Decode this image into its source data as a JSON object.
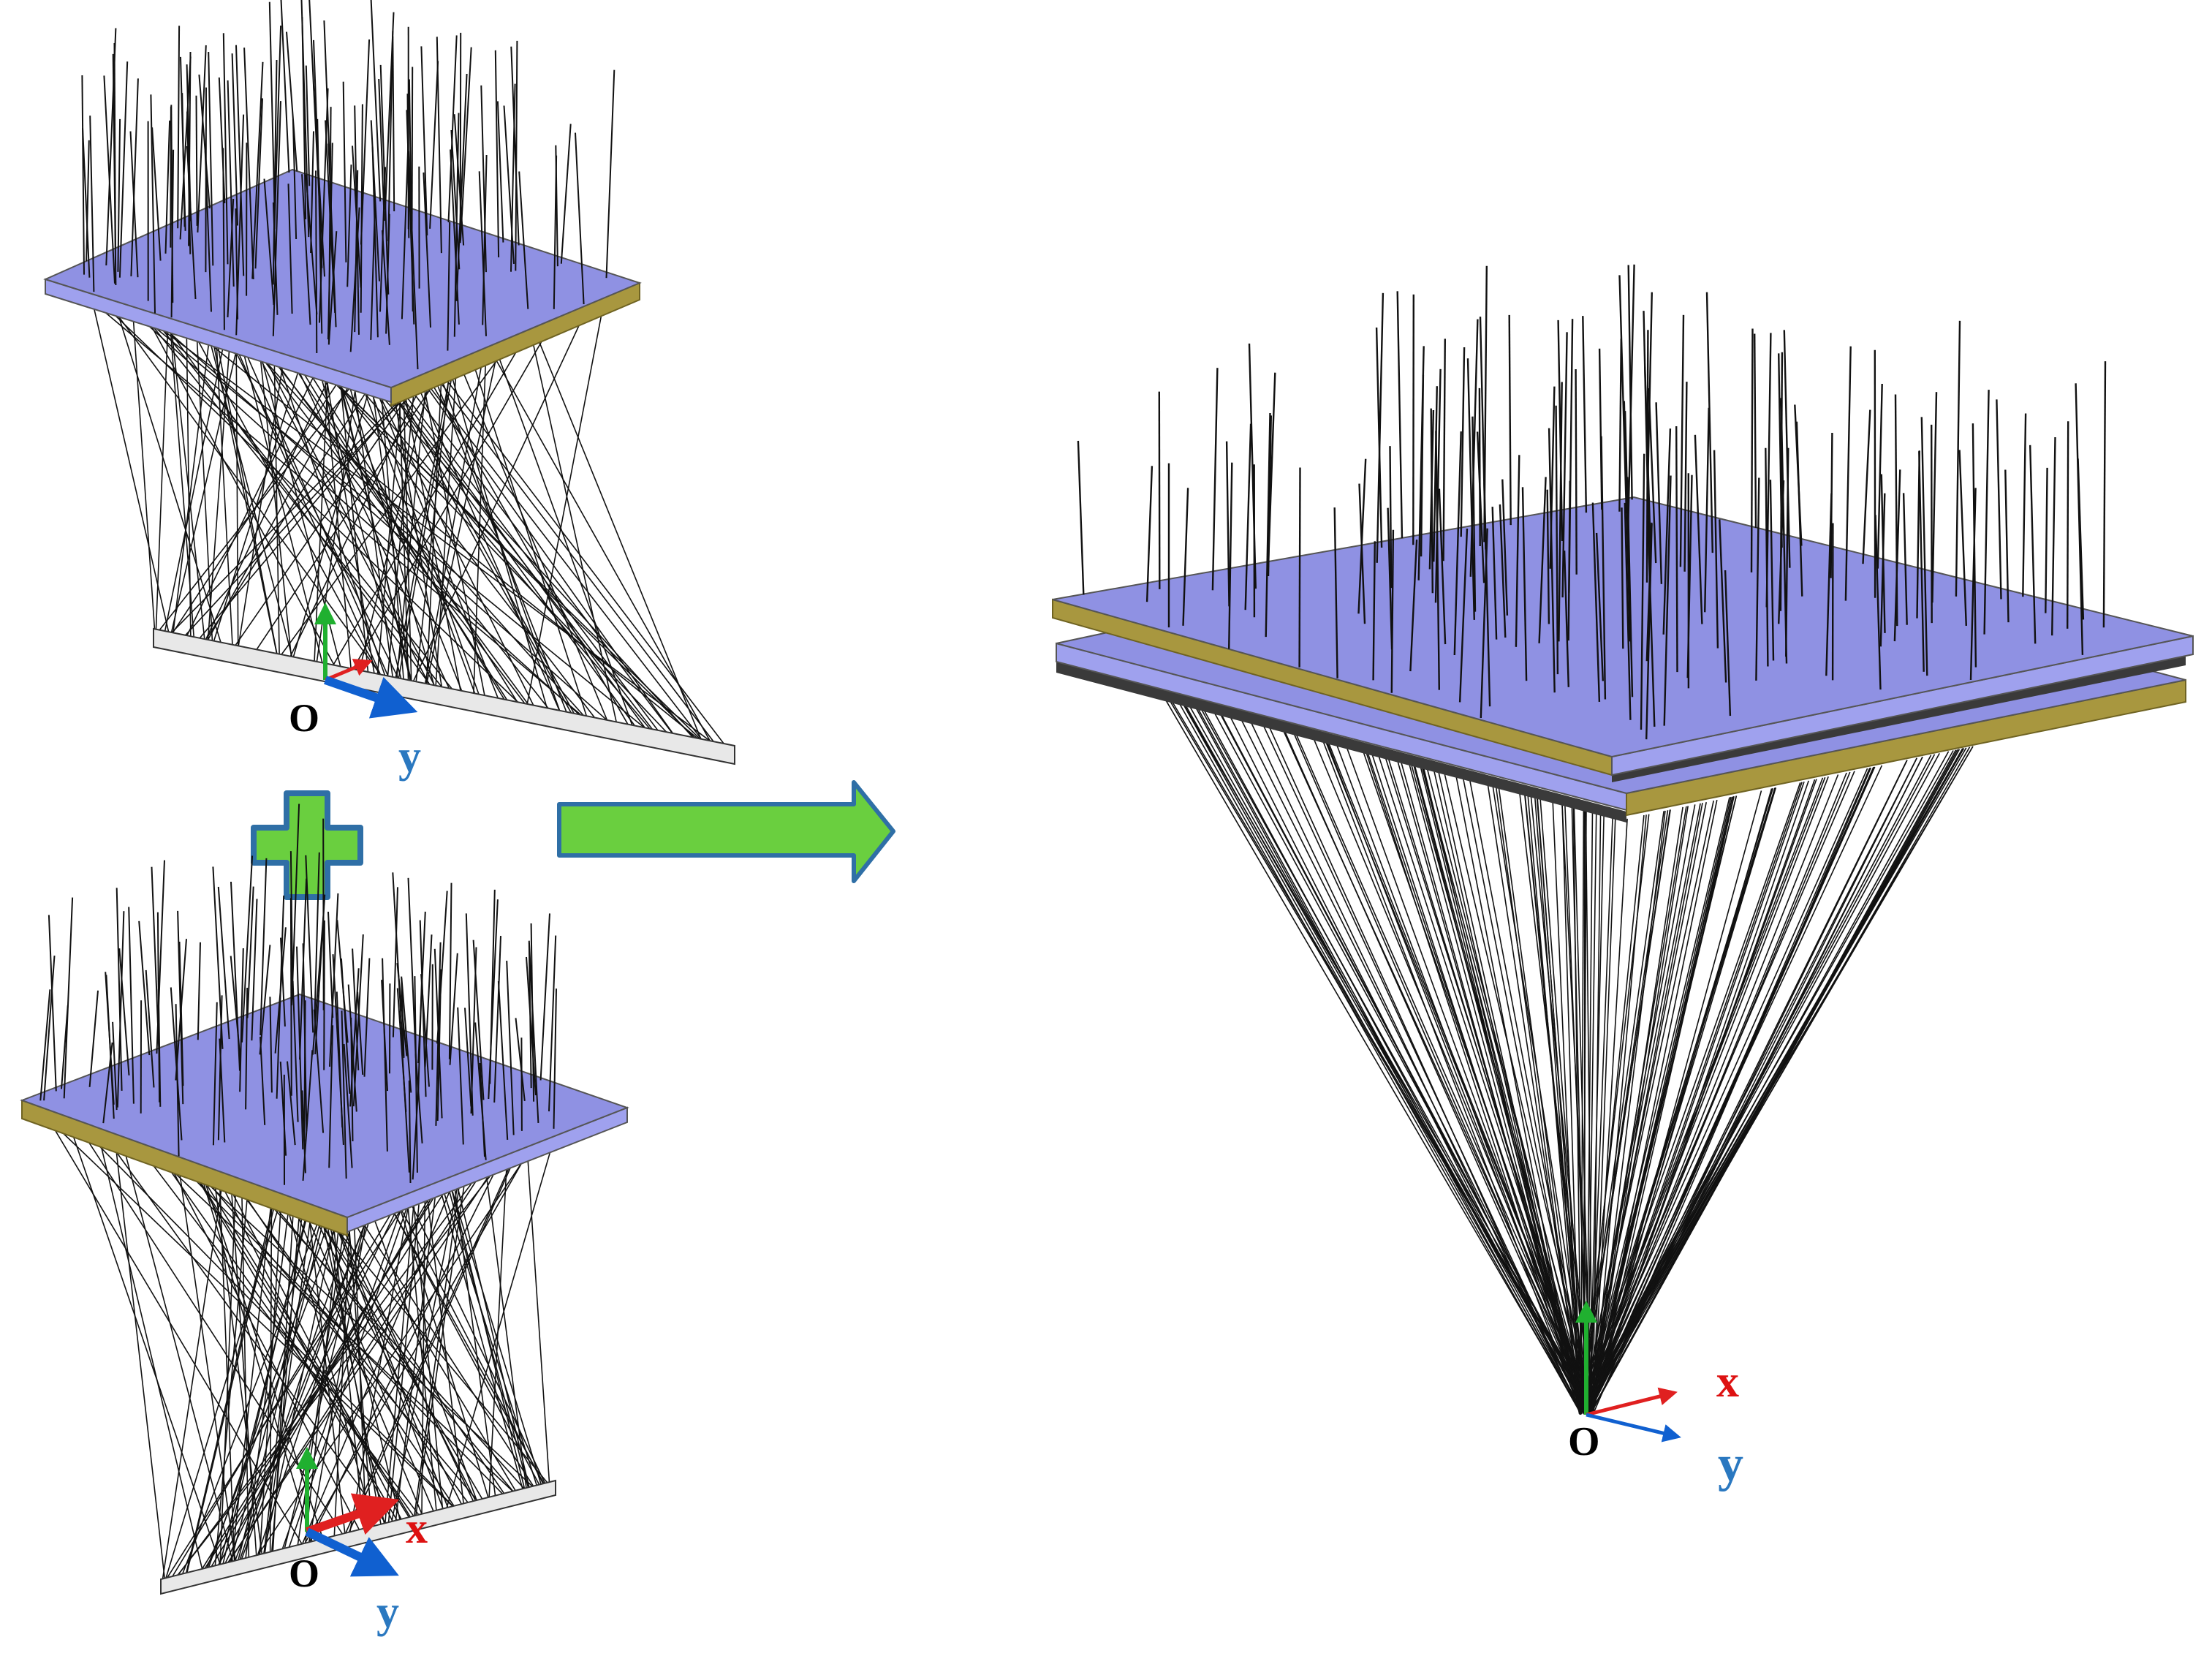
{
  "labels": {
    "origin": "O",
    "x_axis": "x",
    "y_axis": "y"
  },
  "colors": {
    "plate_top": "#8f91e3",
    "plate_side": "#9fa1ee",
    "sawtooth": "#a8973f",
    "sawtooth_dark": "#6f6322",
    "rays": "#111111",
    "plus": "#6acf3f",
    "plus_border": "#2f6fa6",
    "arrow_fill": "#6acf3f",
    "arrow_border": "#2f6fa6",
    "axis_x": "#e02020",
    "axis_y": "#1060d0",
    "axis_z": "#20b030",
    "label_x": "#dd1111",
    "label_y": "#2a78c0",
    "label_o": "#000000"
  },
  "icons": {
    "combine": "plus-icon",
    "result": "right-arrow-icon"
  },
  "panels": [
    {
      "id": "panel-a",
      "axes_shown": [
        "y"
      ]
    },
    {
      "id": "panel-b",
      "axes_shown": [
        "x",
        "y"
      ]
    },
    {
      "id": "panel-combined",
      "axes_shown": [
        "x",
        "y"
      ]
    }
  ]
}
